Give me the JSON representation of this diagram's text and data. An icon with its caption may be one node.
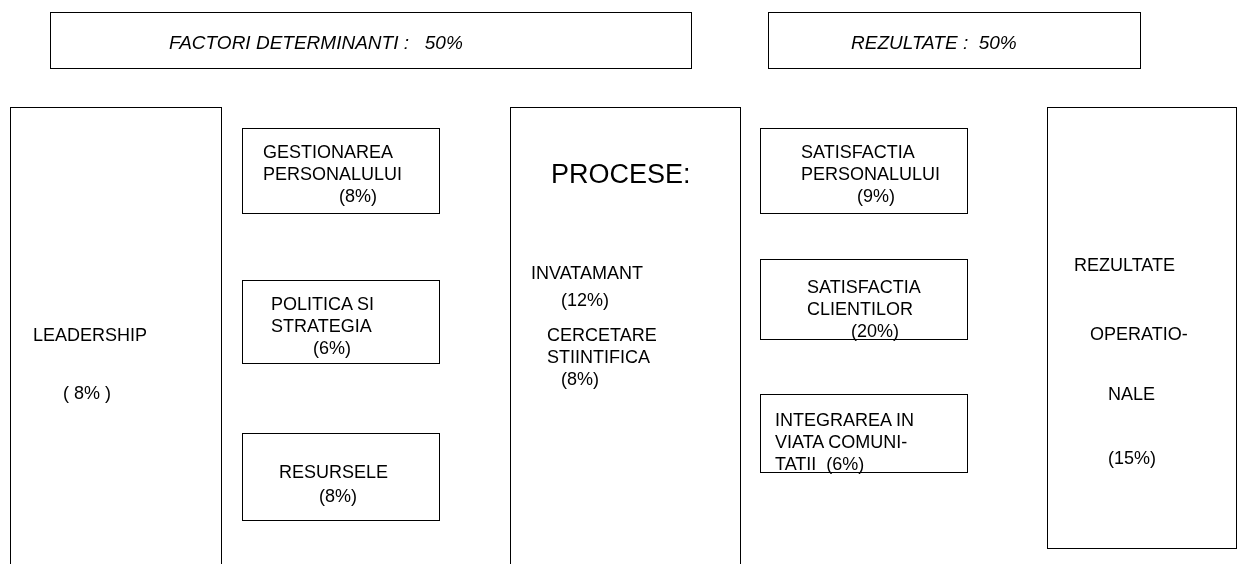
{
  "diagram": {
    "nodes": [
      {
        "text": [
          "FACTORI DETERMINANTI :   50%"
        ]
      },
      {
        "text": [
          "REZULTATE :  50%"
        ]
      },
      {
        "text": [
          "LEADERSHIP",
          "( 8% )"
        ]
      },
      {
        "text": [
          "GESTIONAREA PERSONALULUI",
          "(8%)"
        ]
      },
      {
        "text": [
          "POLITICA SI STRATEGIA",
          "(6%)"
        ]
      },
      {
        "text": [
          "RESURSELE",
          "(8%)"
        ]
      },
      {
        "text": [
          "PROCESE:",
          "INVATAMANT",
          "(12%)",
          "CERCETARE STIINTIFICA",
          "(8%)"
        ]
      },
      {
        "text": [
          "SATISFACTIA PERSONALULUI",
          "(9%)"
        ]
      },
      {
        "text": [
          "SATISFACTIA CLIENTILOR",
          "(20%)"
        ]
      },
      {
        "text": [
          "INTEGRAREA IN VIATA COMUNI- TATII  (6%)"
        ]
      },
      {
        "text": [
          "REZULTATE",
          "OPERATIO-",
          "NALE",
          "(15%)"
        ]
      }
    ],
    "edges": []
  }
}
